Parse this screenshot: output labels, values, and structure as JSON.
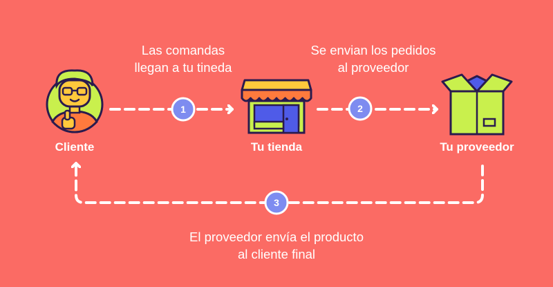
{
  "colors": {
    "background": "#FB6B64",
    "badge_fill": "#7E8CF0",
    "outline": "#2A1B4E",
    "icon_lime": "#C9F04D",
    "icon_blue": "#4F5BE8",
    "icon_orange": "#FF7A3D",
    "icon_yellow": "#FFC93C"
  },
  "nodes": {
    "client": {
      "label": "Cliente",
      "icon": "customer-avatar-icon"
    },
    "store": {
      "label": "Tu tienda",
      "icon": "storefront-icon"
    },
    "supplier": {
      "label": "Tu proveedor",
      "icon": "open-box-icon"
    }
  },
  "steps": [
    {
      "number": "1",
      "line1": "Las comandas",
      "line2": "llegan a tu tineda"
    },
    {
      "number": "2",
      "line1": "Se envian los pedidos",
      "line2": "al proveedor"
    },
    {
      "number": "3",
      "line1": "El proveedor envía el producto",
      "line2": "al cliente final"
    }
  ]
}
